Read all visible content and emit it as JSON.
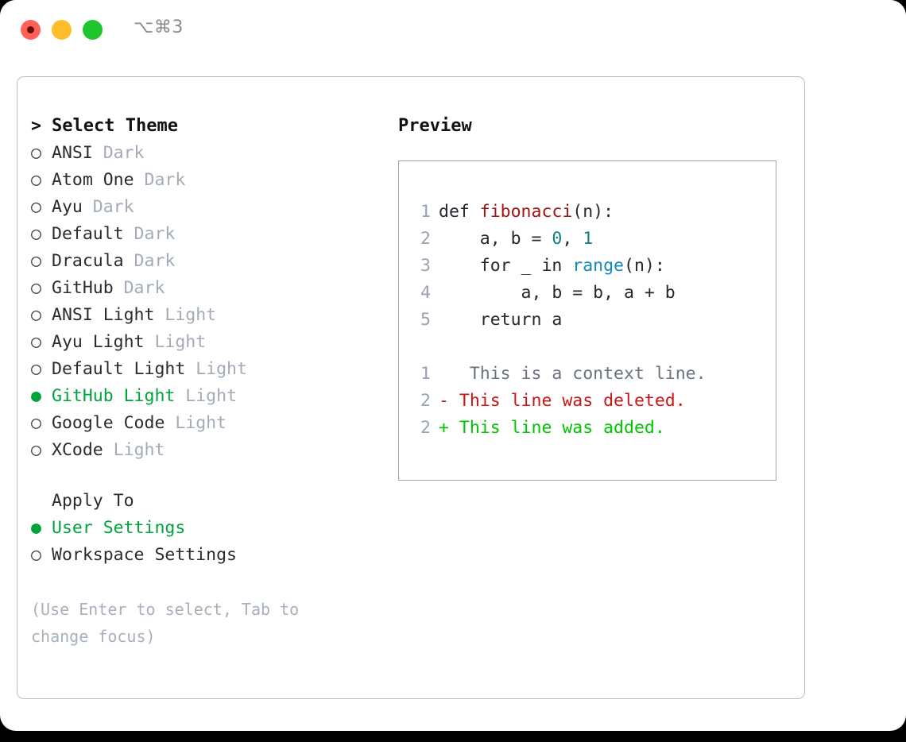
{
  "titlebar": {
    "shortcut": "⌥⌘3",
    "buttons": [
      {
        "name": "close",
        "color": "#ff6159"
      },
      {
        "name": "minimize",
        "color": "#ffbd2e"
      },
      {
        "name": "maximize",
        "color": "#1fc42e"
      }
    ]
  },
  "theme_picker": {
    "heading": "Select Theme",
    "heading_marker": ">",
    "marker_unselected": "○",
    "marker_selected": "●",
    "items": [
      {
        "label": "ANSI",
        "suffix": "Dark",
        "selected": false
      },
      {
        "label": "Atom One",
        "suffix": "Dark",
        "selected": false
      },
      {
        "label": "Ayu",
        "suffix": "Dark",
        "selected": false
      },
      {
        "label": "Default",
        "suffix": "Dark",
        "selected": false
      },
      {
        "label": "Dracula",
        "suffix": "Dark",
        "selected": false
      },
      {
        "label": "GitHub",
        "suffix": "Dark",
        "selected": false
      },
      {
        "label": "ANSI Light",
        "suffix": "Light",
        "selected": false
      },
      {
        "label": "Ayu Light",
        "suffix": "Light",
        "selected": false
      },
      {
        "label": "Default Light",
        "suffix": "Light",
        "selected": false
      },
      {
        "label": "GitHub Light",
        "suffix": "Light",
        "selected": true
      },
      {
        "label": "Google Code",
        "suffix": "Light",
        "selected": false
      },
      {
        "label": "XCode",
        "suffix": "Light",
        "selected": false
      }
    ]
  },
  "apply_to": {
    "heading": "Apply To",
    "items": [
      {
        "label": "User Settings",
        "selected": true
      },
      {
        "label": "Workspace Settings",
        "selected": false
      }
    ]
  },
  "hint": "(Use Enter to select, Tab to change focus)",
  "preview": {
    "title": "Preview",
    "code_lines": [
      {
        "number": "1",
        "tokens": [
          {
            "text": "def ",
            "type": "def"
          },
          {
            "text": "fibonacci",
            "type": "fn"
          },
          {
            "text": "(n):",
            "type": "punct"
          }
        ]
      },
      {
        "number": "2",
        "tokens": [
          {
            "text": "    a, b = ",
            "type": "def"
          },
          {
            "text": "0",
            "type": "num"
          },
          {
            "text": ", ",
            "type": "punct"
          },
          {
            "text": "1",
            "type": "num"
          }
        ]
      },
      {
        "number": "3",
        "tokens": [
          {
            "text": "    for _ in ",
            "type": "def"
          },
          {
            "text": "range",
            "type": "builtin"
          },
          {
            "text": "(n):",
            "type": "punct"
          }
        ]
      },
      {
        "number": "4",
        "tokens": [
          {
            "text": "        a, b = b, a + b",
            "type": "def"
          }
        ]
      },
      {
        "number": "5",
        "tokens": [
          {
            "text": "    return a",
            "type": "def"
          }
        ]
      }
    ],
    "diff_lines": [
      {
        "number": "1",
        "sign": " ",
        "text": "  This is a context line.",
        "kind": "context"
      },
      {
        "number": "2",
        "sign": "-",
        "text": " This line was deleted.",
        "kind": "del"
      },
      {
        "number": "2",
        "sign": "+",
        "text": " This line was added.",
        "kind": "add"
      }
    ]
  },
  "colors": {
    "accent_green": "#00a23c",
    "muted": "#a3abb8",
    "hint": "#a7b0bd",
    "diff_add": "#00c600",
    "diff_del": "#cc1414",
    "keyword_fn": "#a31515",
    "builtin": "#1389bd",
    "number": "#0d8080",
    "border": "#b6bfcb"
  }
}
